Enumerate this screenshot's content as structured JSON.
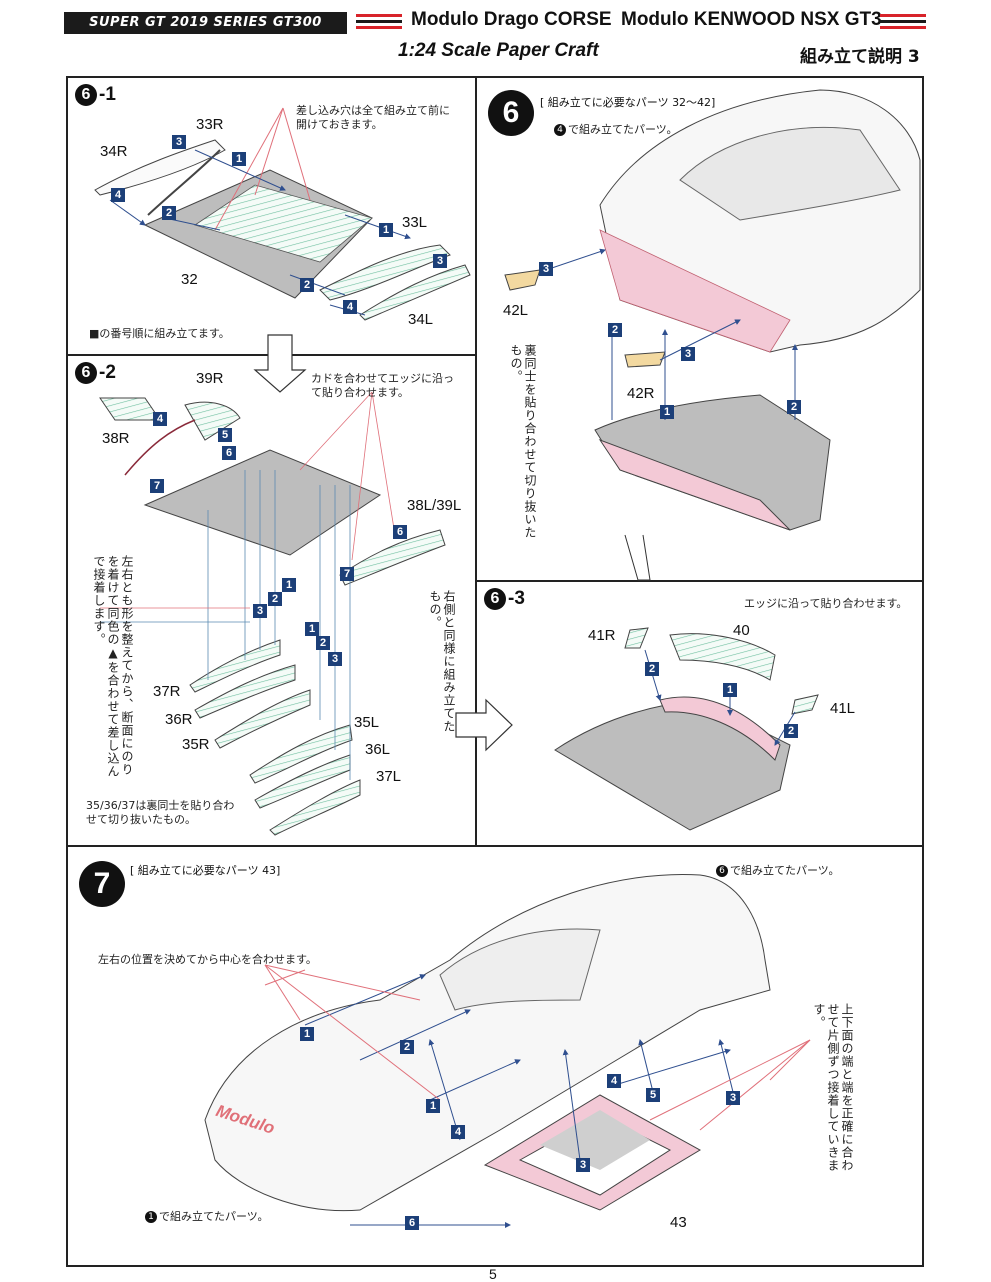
{
  "header": {
    "series_badge": "SUPER GT 2019 SERIES GT300",
    "title_1": "Modulo Drago CORSE",
    "title_2": "Modulo KENWOOD NSX GT3",
    "scale": "1:24  Scale Paper Craft",
    "instructions": "組み立て説明 3",
    "stripe_colors": [
      "#d8232a",
      "#1b1b1b"
    ]
  },
  "panels": {
    "p6_1": {
      "step": "6",
      "sub": "-1",
      "note_top": "差し込み穴は全て組み立て前に開けておきます。",
      "note_bottom": "■の番号順に組み立てます。",
      "labels": {
        "l34R": "34R",
        "l33R": "33R",
        "l33L": "33L",
        "l32": "32",
        "l34L": "34L"
      }
    },
    "p6_2": {
      "step": "6",
      "sub": "-2",
      "note_top": "カドを合わせてエッジに沿って貼り合わせます。",
      "note_left": "左右とも形を整えてから、断面にのりを着けて同色の▲を合わせて差し込んで接着します。",
      "note_right": "右側と同様に組み立てたもの。",
      "note_bottom": "35/36/37は裏同士を貼り合わせて切り抜いたもの。",
      "labels": {
        "l39R": "39R",
        "l38R": "38R",
        "l38L39L": "38L/39L",
        "l37R": "37R",
        "l36R": "36R",
        "l35R": "35R",
        "l35L": "35L",
        "l36L": "36L",
        "l37L": "37L"
      }
    },
    "p6": {
      "step": "6",
      "parts_needed": "[ 組み立てに必要なパーツ   32～42]",
      "prev_parts_num": "4",
      "prev_parts_text": "で組み立てたパーツ。",
      "note_vertical": "裏同士を貼り合わせて切り抜いたもの。",
      "labels": {
        "l42L": "42L",
        "l42R": "42R"
      }
    },
    "p6_3": {
      "step": "6",
      "sub": "-3",
      "note_top": "エッジに沿って貼り合わせます。",
      "labels": {
        "l41R": "41R",
        "l40": "40",
        "l41L": "41L"
      }
    },
    "p7": {
      "step": "7",
      "parts_needed": "[ 組み立てに必要なパーツ   43]",
      "prev_parts_num": "6",
      "prev_parts_text": "で組み立てたパーツ。",
      "first_parts_num": "1",
      "first_parts_text": "で組み立てたパーツ。",
      "note_center": "左右の位置を決めてから中心を合わせます。",
      "note_vertical": "上下面の端と端を正確に合わせて片側ずつ接着していきます。",
      "livery": "Modulo",
      "labels": {
        "l43": "43"
      }
    }
  },
  "page_number": "5",
  "colors": {
    "badge_blue": "#1c3f78",
    "pink": "#f3c9d6",
    "part_gray": "#bdbdbd",
    "stripe_green": "#6fbfa0",
    "guide_red": "#e0707a"
  }
}
